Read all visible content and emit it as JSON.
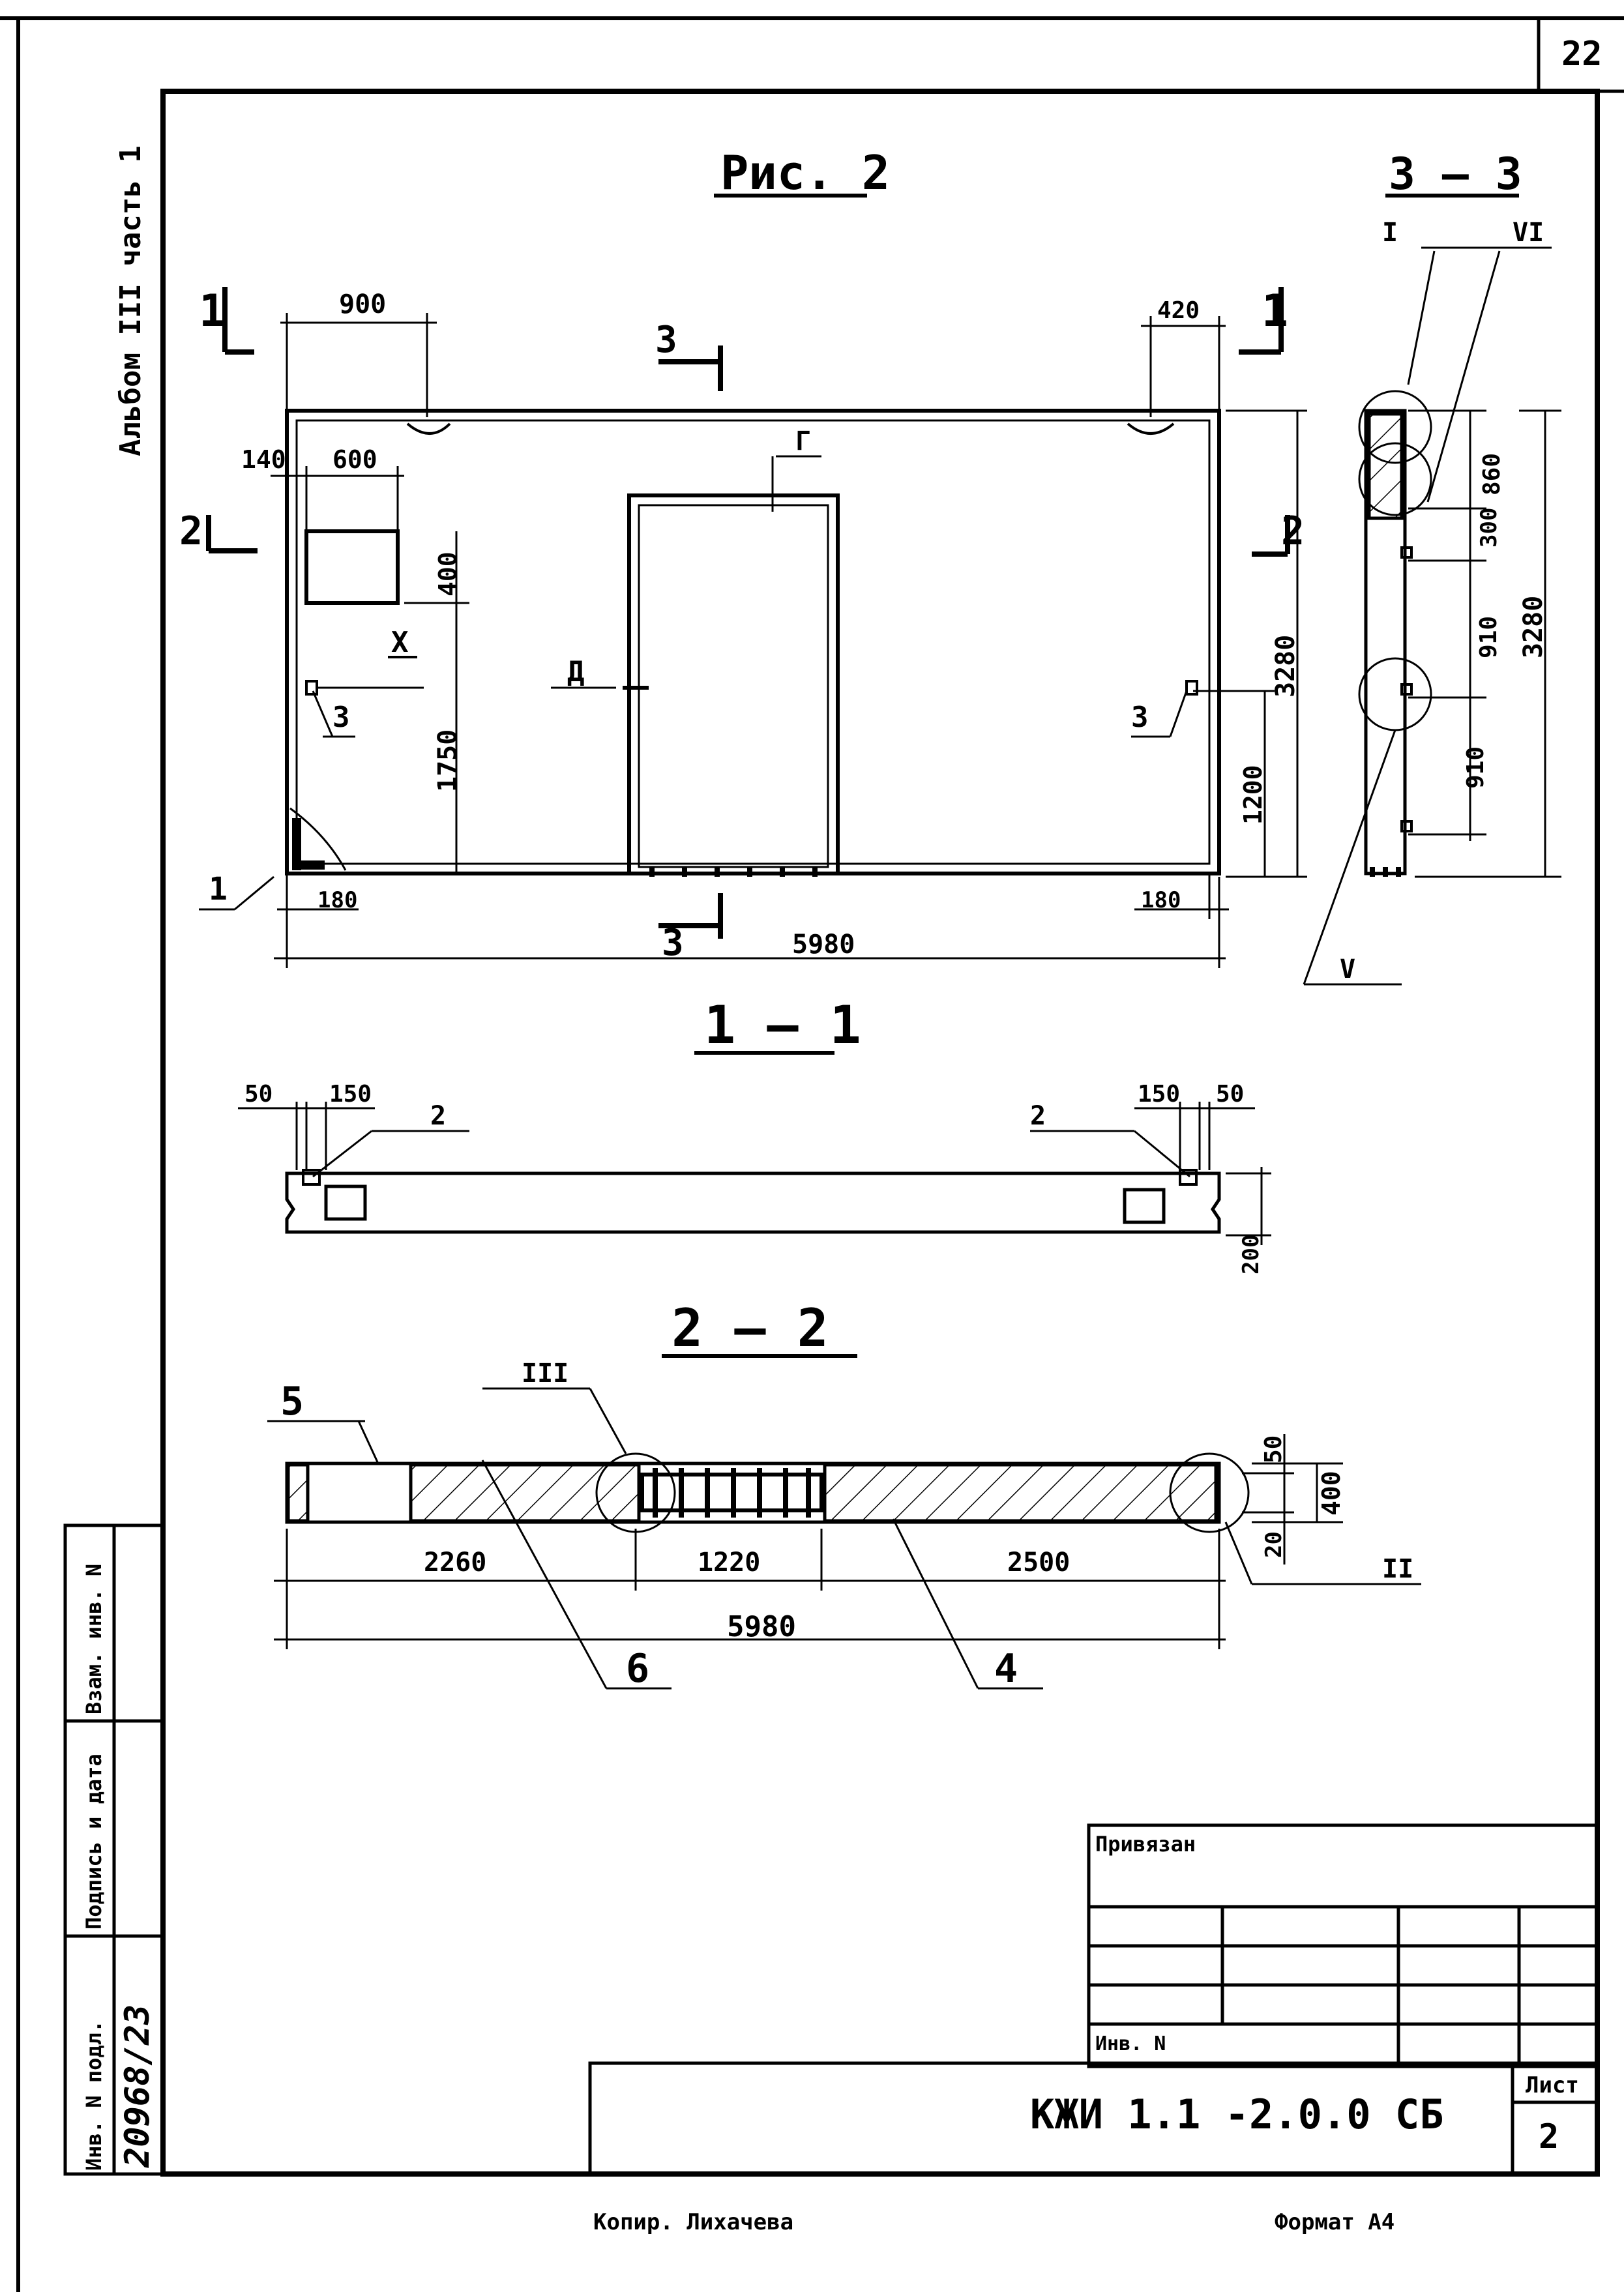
{
  "sheet": {
    "page_number": "22",
    "album_note": "Альбом III часть 1",
    "figure_title": "Рис. 2",
    "copied_by": "Копир. Лихачева",
    "format_label": "Формат А4"
  },
  "elevation": {
    "dims": {
      "left_top": "900",
      "right_top": "420",
      "window_offset": "140",
      "window_width": "600",
      "window_height": "400",
      "window_sill": "1750",
      "overall_height": "3280",
      "right_lower": "1200",
      "left_bottom": "180",
      "right_bottom": "180",
      "overall_width": "5980"
    },
    "markers": {
      "section_1": "1",
      "section_2": "2",
      "section_3": "3",
      "node_x": "X",
      "node_d": "Д",
      "node_g": "Г",
      "callout_1": "1",
      "callout_3": "3"
    }
  },
  "section_1_1": {
    "title": "1 – 1",
    "dims": {
      "edge": "50",
      "pocket": "150",
      "height": "200"
    },
    "callout": "2"
  },
  "section_2_2": {
    "title": "2 – 2",
    "dims": {
      "left": "2260",
      "middle": "1220",
      "right": "2500",
      "total": "5980",
      "top": "50",
      "thickness": "400",
      "bottom": "20"
    },
    "callouts": {
      "c5": "5",
      "c6": "6",
      "c4": "4",
      "node3": "III",
      "node2": "II"
    }
  },
  "section_3_3": {
    "title": "3 – 3",
    "dims": {
      "d1": "860",
      "d2": "300",
      "d3": "910",
      "d4": "910",
      "total": "3280"
    },
    "nodes": {
      "n1": "I",
      "n6": "VI",
      "n5": "V"
    }
  },
  "side_stamp": {
    "labels": [
      "Инв. N подл.",
      "Подпись и дата",
      "Взам. инв. N"
    ],
    "inventory_value": "20968/23"
  },
  "title_block": {
    "privyazan": "Привязан",
    "inv_label": "Инв. N",
    "designation": "КЖИ 1.1 -2.0.0 СБ",
    "sheet_label": "Лист",
    "sheet_number": "2"
  }
}
